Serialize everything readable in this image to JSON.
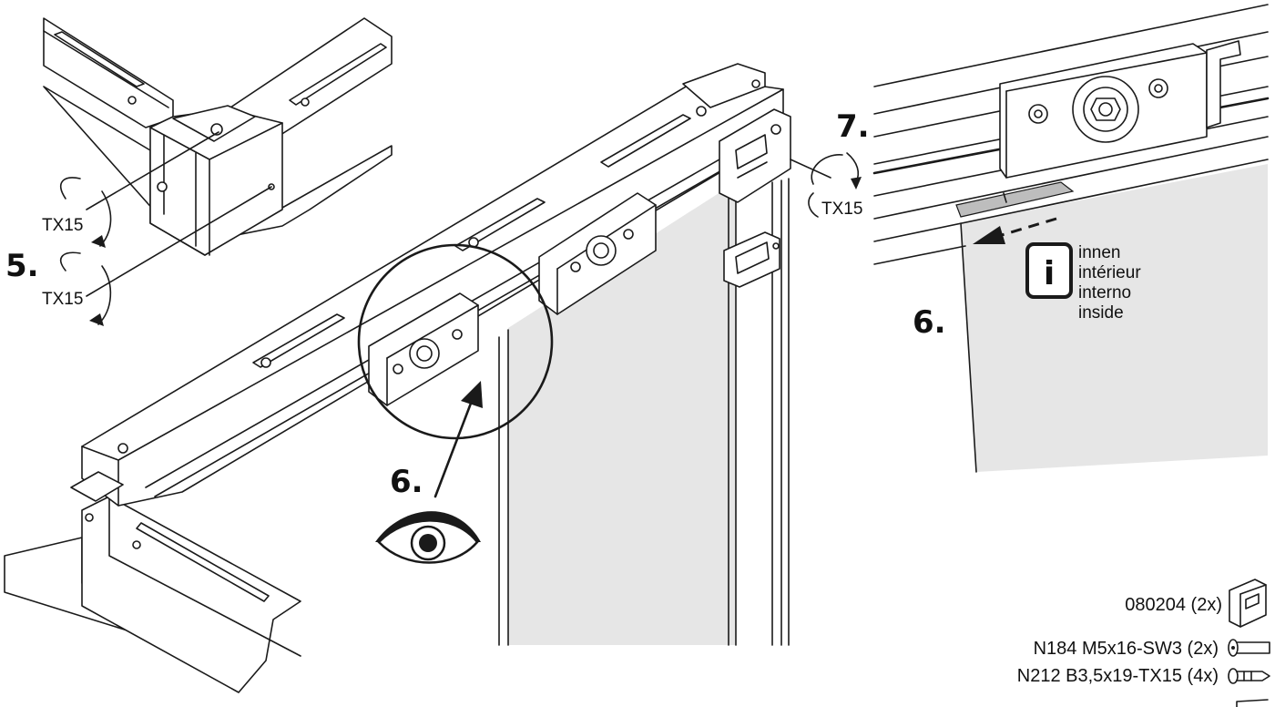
{
  "steps": {
    "step5": "5.",
    "step6_main": "6.",
    "step7": "7.",
    "step6_detail": "6."
  },
  "tools": {
    "tx_upper": "TX15",
    "tx_lower": "TX15",
    "tx_right": "TX15"
  },
  "info": {
    "icon_letter": "i",
    "lines": [
      "innen",
      "intérieur",
      "interno",
      "inside"
    ]
  },
  "parts": [
    {
      "label": "080204 (2x)",
      "icon": "clip-bracket-icon"
    },
    {
      "label": "N184 M5x16-SW3 (2x)",
      "icon": "machine-screw-icon"
    },
    {
      "label": "N212 B3,5x19-TX15 (4x)",
      "icon": "tapping-screw-icon"
    }
  ],
  "colors": {
    "line": "#1a1a1a",
    "glass": "#e6e6e6",
    "shade": "#bdbdbd"
  }
}
